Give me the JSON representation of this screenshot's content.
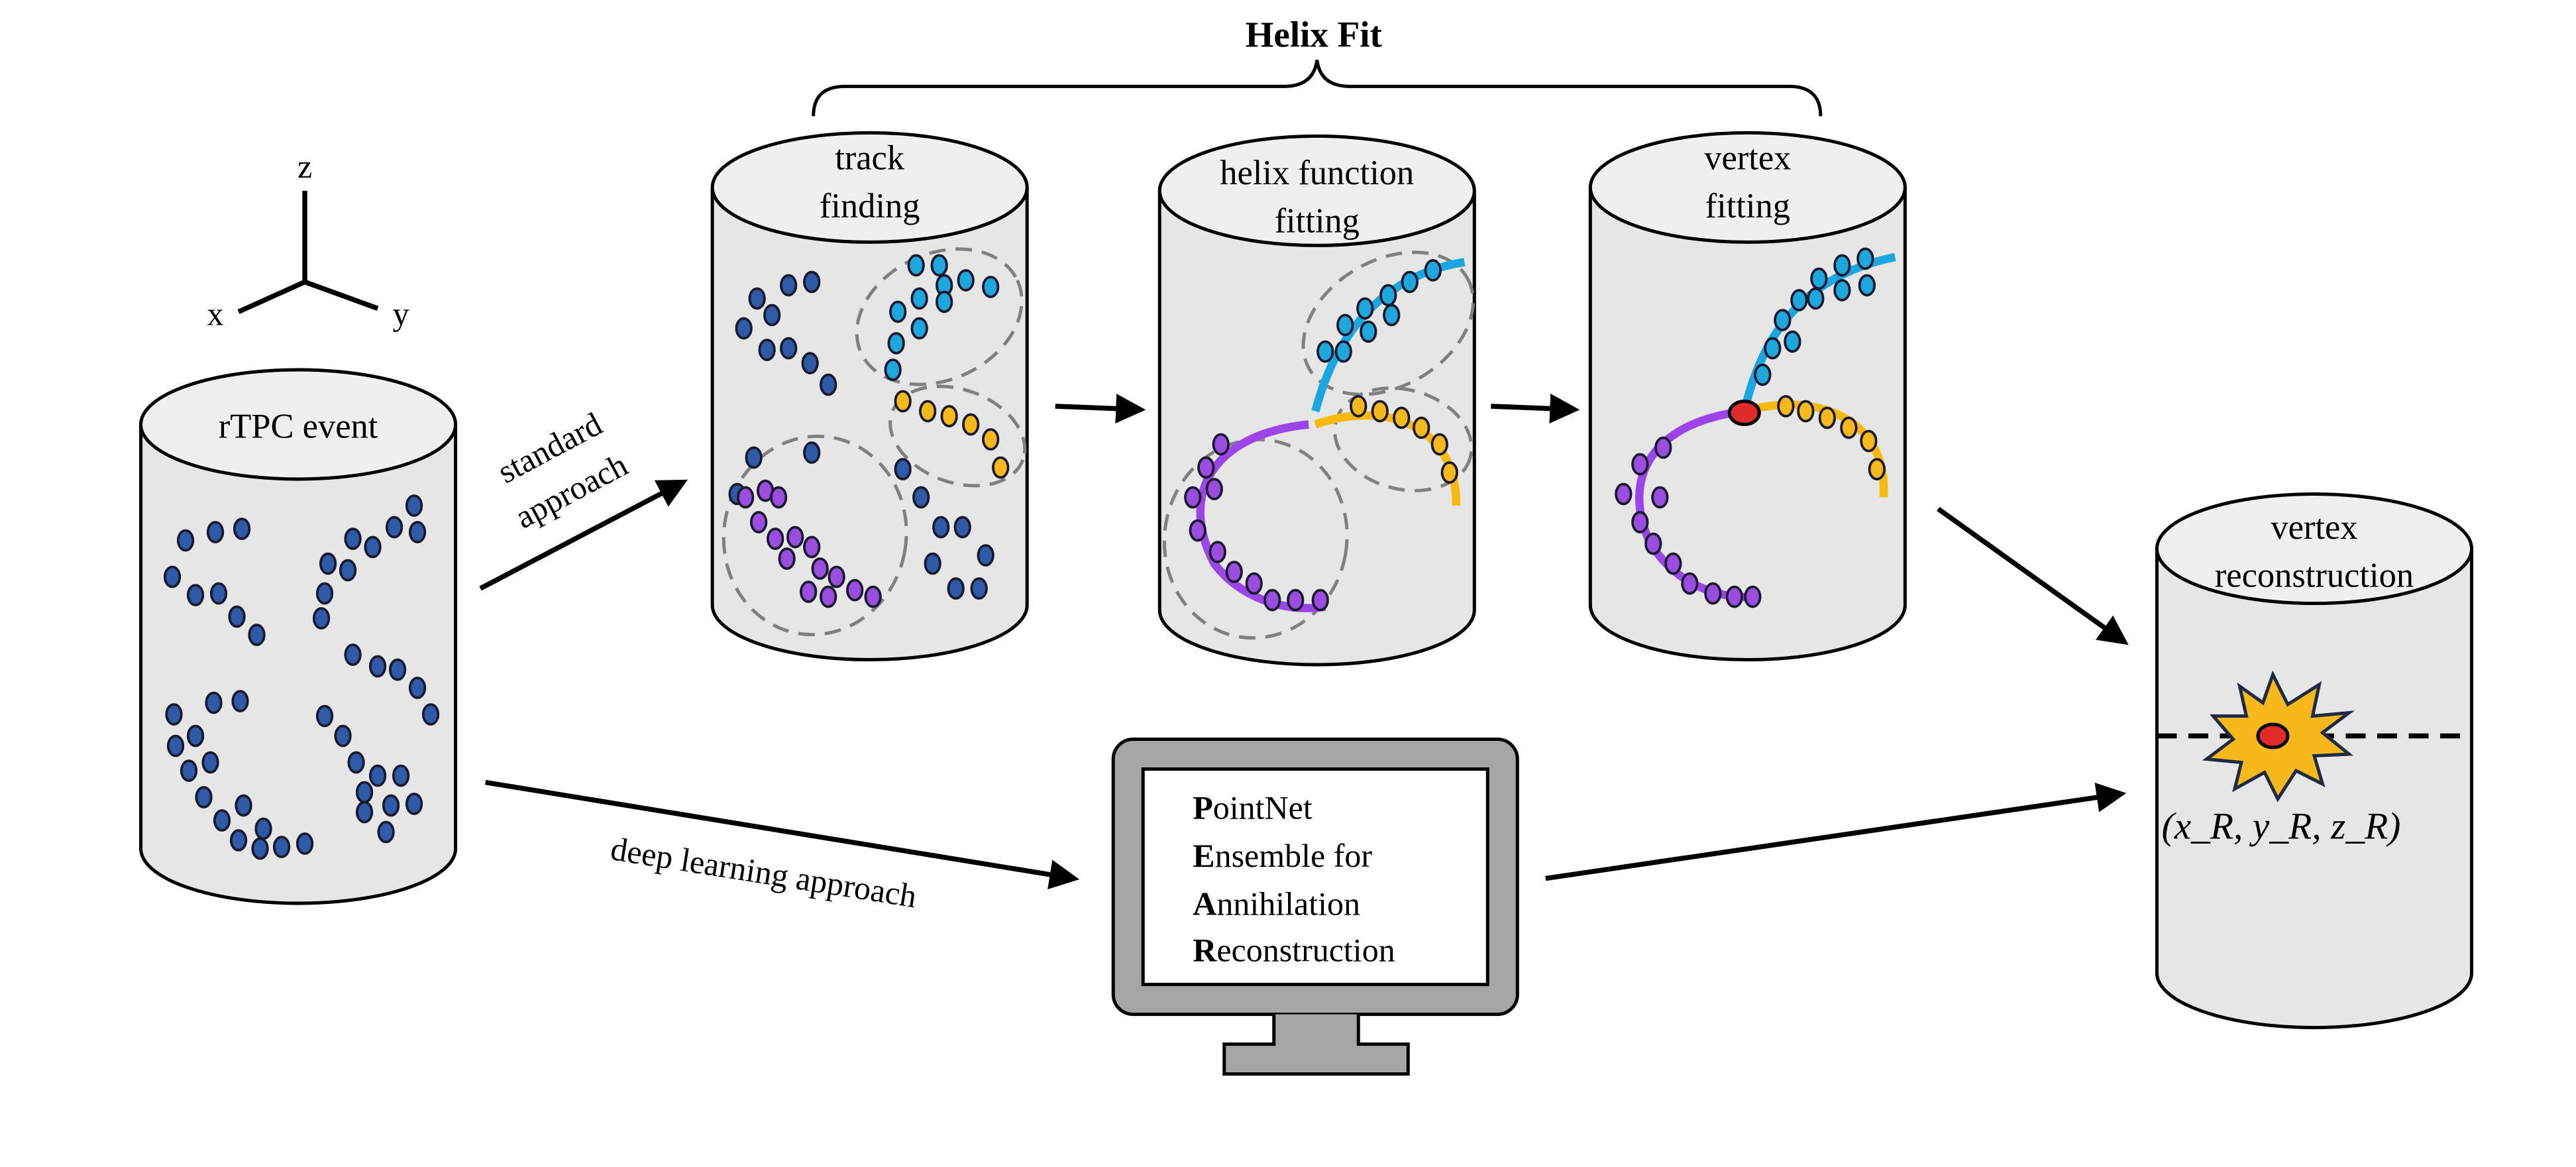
{
  "helix_fit": {
    "label": "Helix Fit"
  },
  "axes": {
    "z": "z",
    "x": "x",
    "y": "y"
  },
  "cylinders": {
    "event": {
      "line1": "rTPC event",
      "line2": ""
    },
    "track_finding": {
      "line1": "track",
      "line2": "finding"
    },
    "helix_fitting": {
      "line1": "helix function",
      "line2": "fitting"
    },
    "vertex_fitting": {
      "line1": "vertex",
      "line2": "fitting"
    },
    "vertex_reco": {
      "line1": "vertex",
      "line2": "reconstruction"
    }
  },
  "arrows": {
    "standard_line1": "standard",
    "standard_line2": "approach",
    "deep_learning": "deep learning approach"
  },
  "monitor": {
    "lines": [
      {
        "initial": "P",
        "rest": "ointNet"
      },
      {
        "initial": "E",
        "rest": "nsemble for"
      },
      {
        "initial": "A",
        "rest": "nnihilation"
      },
      {
        "initial": "R",
        "rest": "econstruction"
      }
    ]
  },
  "result": {
    "coords": "(x_R, y_R, z_R)"
  },
  "colors": {
    "hit_dark_blue": "#2e5aa8",
    "hit_light_blue": "#1ea7dc",
    "hit_purple": "#9b4de0",
    "hit_yellow": "#f6b81a",
    "track_blue": "#1aa7e0",
    "track_purple": "#9b45e8",
    "track_yellow": "#f7b90f",
    "vertex_red": "#e02b2b",
    "cylinder_fill": "#e6e6e6",
    "monitor_gray": "#a6a6a6"
  }
}
